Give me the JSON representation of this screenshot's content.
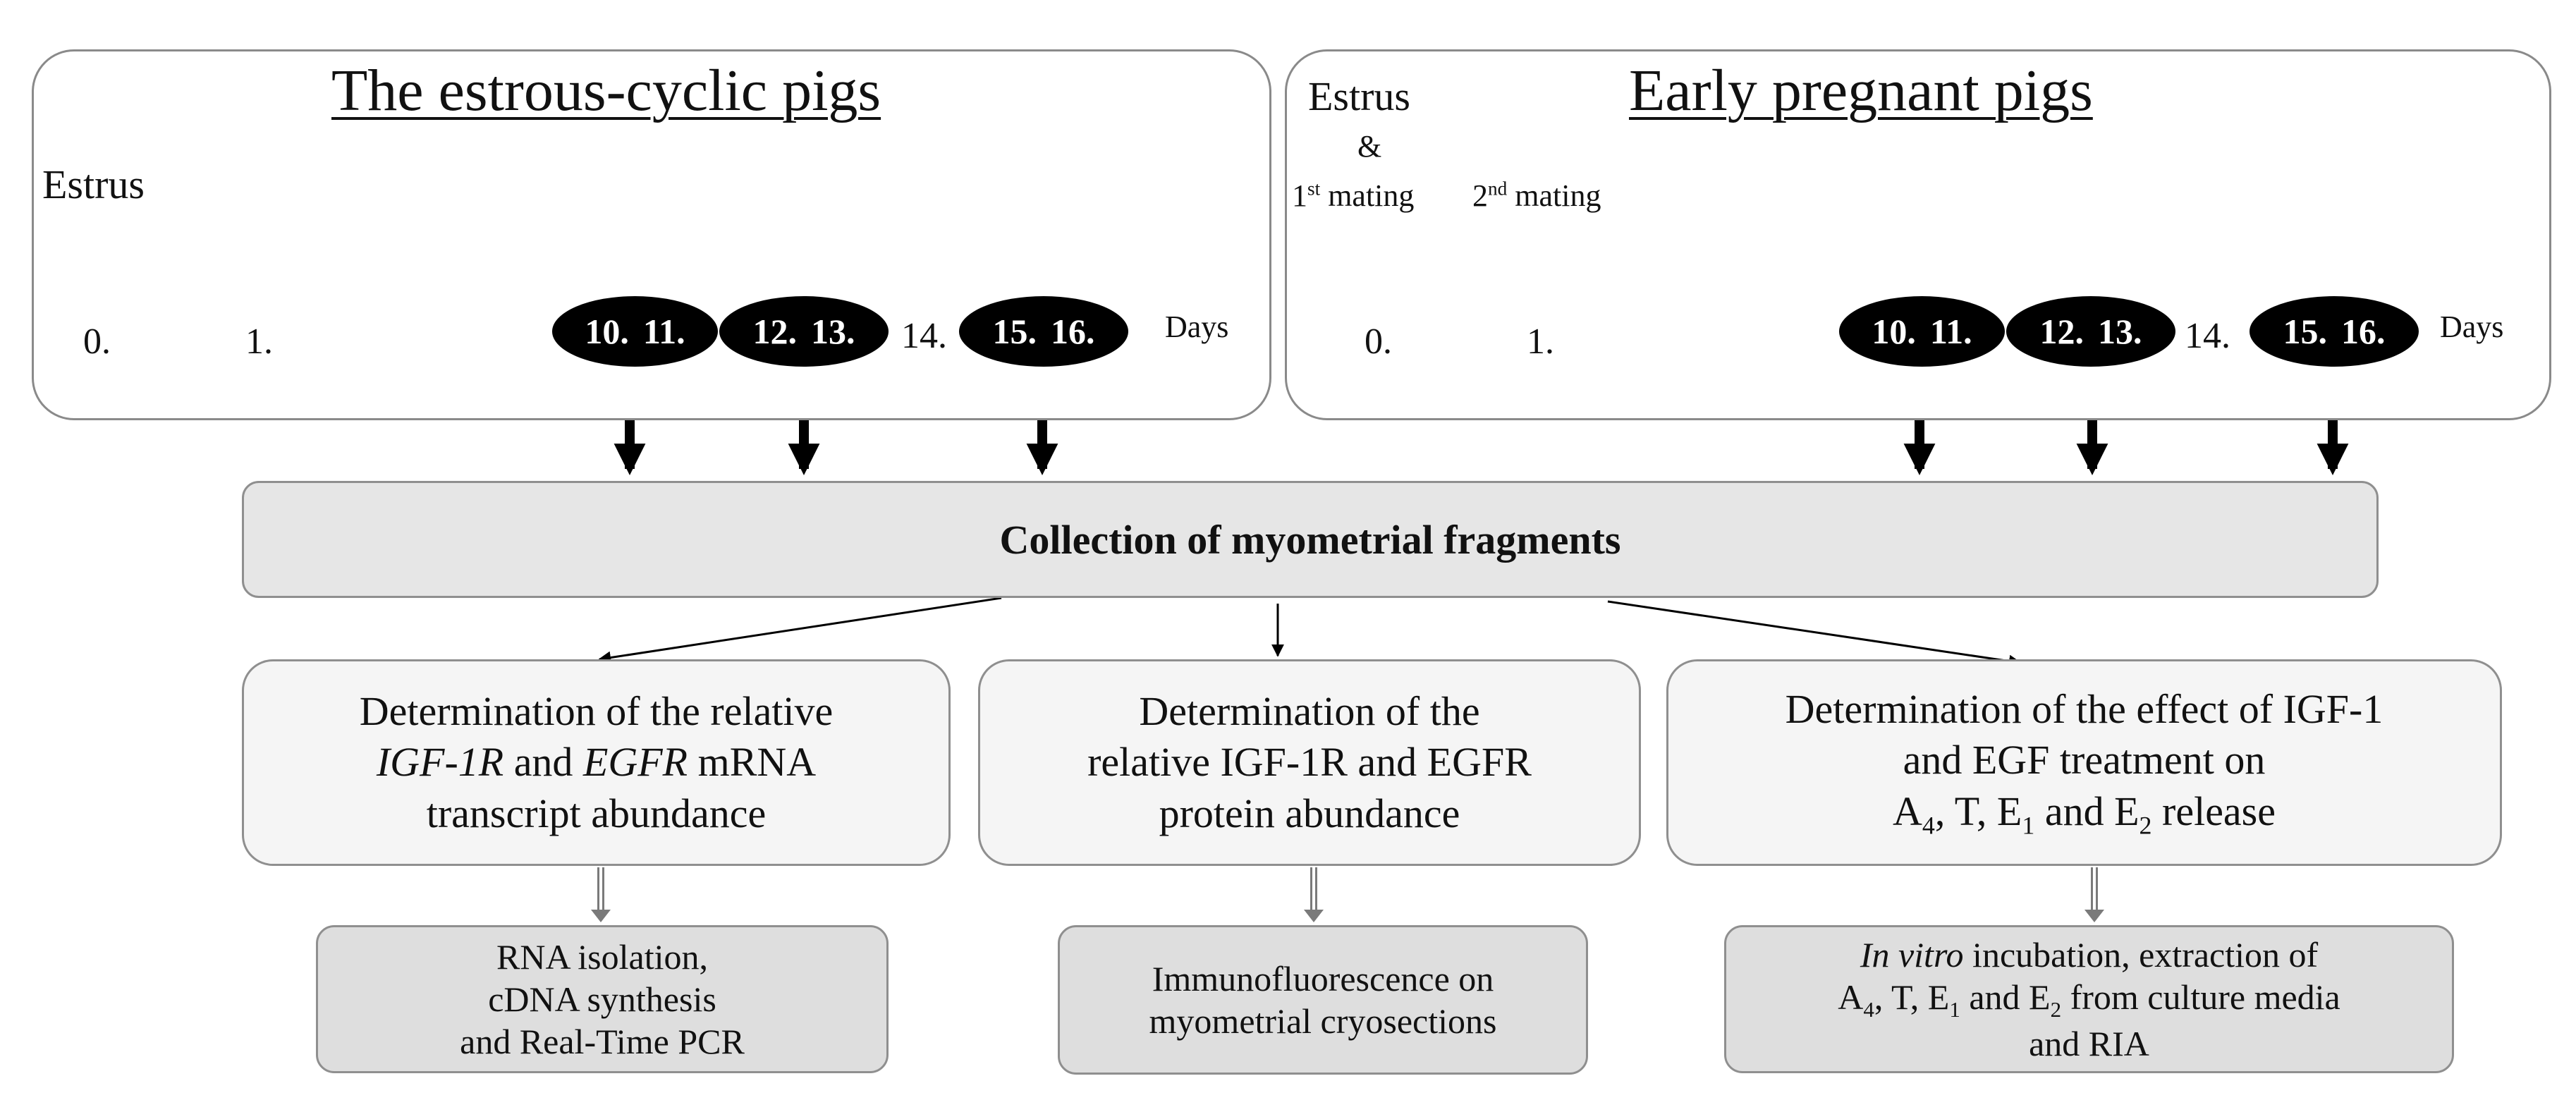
{
  "panels": {
    "left": {
      "title": "The estrous-cyclic pigs",
      "estrus_label": "Estrus",
      "day_labels": [
        "0.",
        "1."
      ],
      "pill_groups": [
        [
          "10.",
          "11."
        ],
        [
          "12.",
          "13."
        ],
        [
          "15.",
          "16."
        ]
      ],
      "between_label": "14.",
      "days_label": "Days"
    },
    "right": {
      "title": "Early pregnant pigs",
      "estrus_label": "Estrus",
      "amp_label": "&",
      "first_mating": "1st mating",
      "second_mating": "2nd mating",
      "day_labels": [
        "0.",
        "1."
      ],
      "pill_groups": [
        [
          "10.",
          "11."
        ],
        [
          "12.",
          "13."
        ],
        [
          "15.",
          "16."
        ]
      ],
      "between_label": "14.",
      "days_label": "Days"
    }
  },
  "collection": {
    "label": "Collection of myometrial fragments"
  },
  "tasks": [
    {
      "line1": "Determination of the relative",
      "line2": "IGF-1R and EGFR mRNA",
      "line3": "transcript abundance"
    },
    {
      "line1": "Determination of the",
      "line2": "relative IGF-1R and EGFR",
      "line3": "protein abundance"
    },
    {
      "line1": "Determination of the effect of IGF-1",
      "line2": "and EGF treatment on",
      "line3": "A4, T, E1 and E2 release"
    }
  ],
  "methods": [
    {
      "line1": "RNA isolation,",
      "line2": "cDNA synthesis",
      "line3": "and Real-Time PCR"
    },
    {
      "line1": "Immunofluorescence on",
      "line2": "myometrial cryosections"
    },
    {
      "line1": "In vitro incubation, extraction of",
      "line2": "A4, T, E1 and E2 from culture media",
      "line3": "and RIA"
    }
  ]
}
